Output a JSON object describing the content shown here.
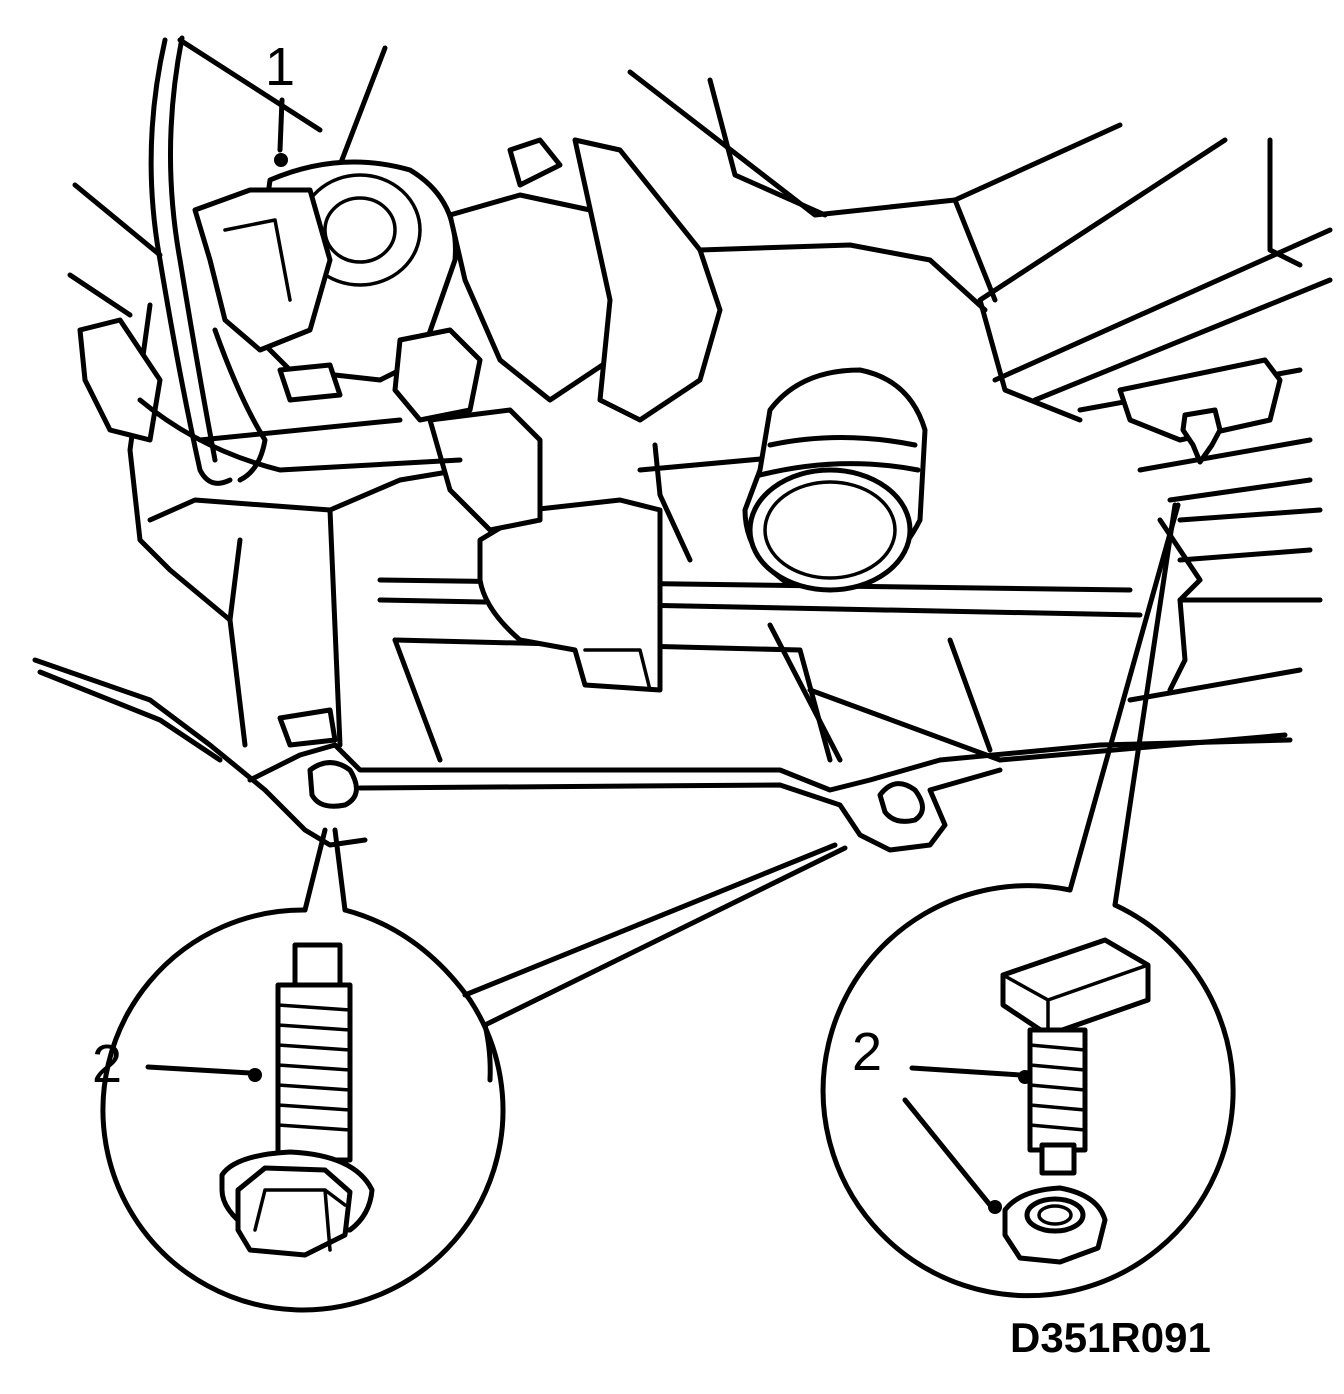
{
  "callouts": {
    "part_1": "1",
    "part_2_bolt": "2",
    "part_2_tbolt": "2"
  },
  "figure_code": "D351R091"
}
